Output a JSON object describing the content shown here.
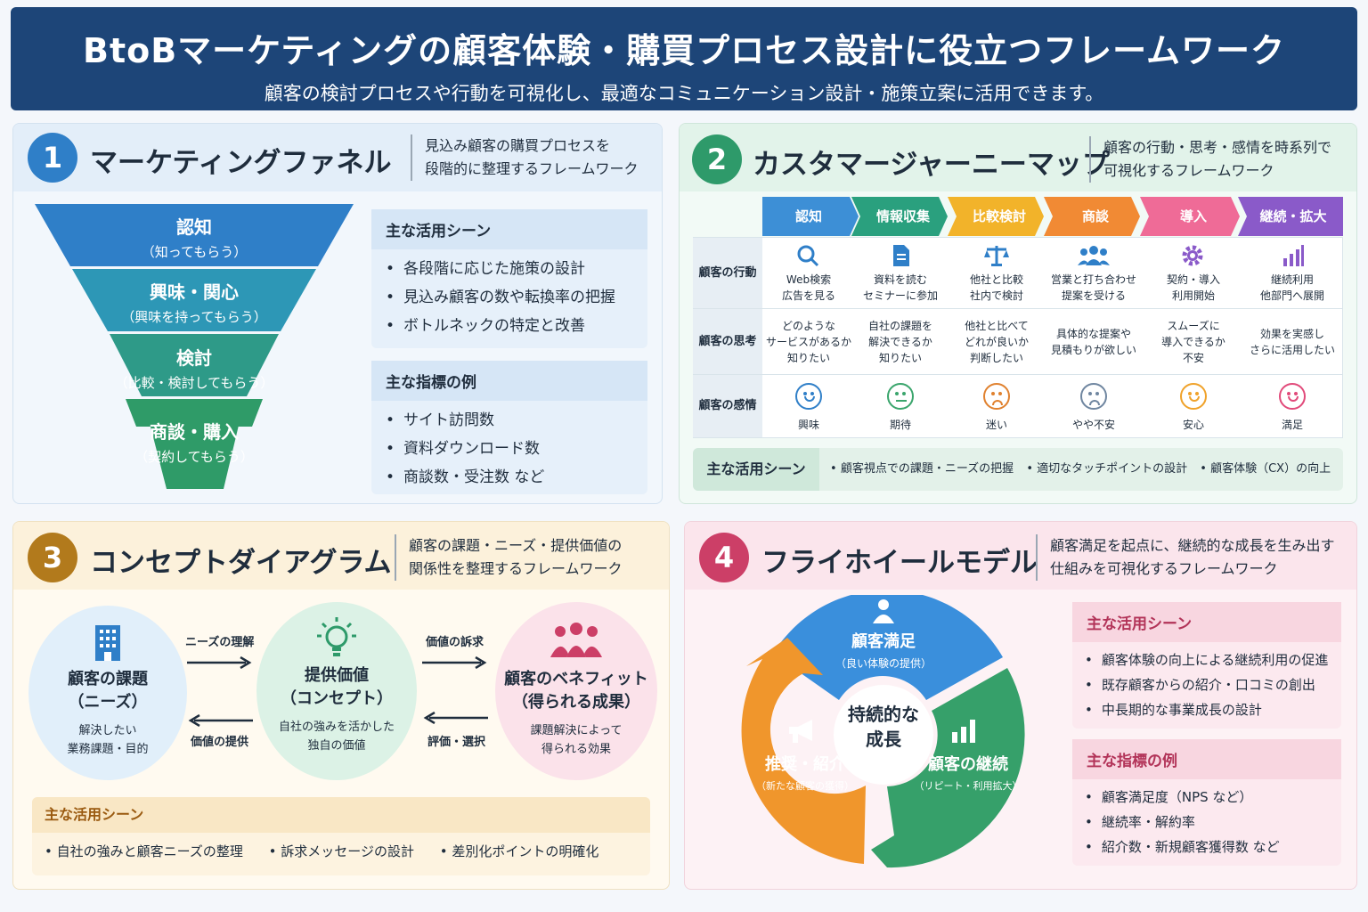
{
  "header": {
    "title": "BtoBマーケティングの顧客体験・購買プロセス設計に役立つフレームワーク",
    "subtitle": "顧客の検討プロセスや行動を可視化し、最適なコミュニケーション設計・施策立案に活用できます。"
  },
  "colors": {
    "navy": "#1d4578",
    "blue": "#2f7fc8",
    "green": "#2e9a6a",
    "gold": "#b27a1c",
    "pink": "#cc3f67"
  },
  "p1": {
    "num": "1",
    "title": "マーケティングファネル",
    "desc1": "見込み顧客の購買プロセスを",
    "desc2": "段階的に整理するフレームワーク",
    "funnel": [
      {
        "a": "認知",
        "b": "（知ってもらう）"
      },
      {
        "a": "興味・関心",
        "b": "（興味を持ってもらう）"
      },
      {
        "a": "検討",
        "b": "（比較・検討してもらう）"
      },
      {
        "a": "商談・購入",
        "b": "（契約してもらう）"
      }
    ],
    "scene_title": "主な活用シーン",
    "scenes": [
      "各段階に応じた施策の設計",
      "見込み顧客の数や転換率の把握",
      "ボトルネックの特定と改善"
    ],
    "kpi_title": "主な指標の例",
    "kpis": [
      "サイト訪問数",
      "資料ダウンロード数",
      "商談数・受注数 など"
    ]
  },
  "p2": {
    "num": "2",
    "title": "カスタマージャーニーマップ",
    "desc1": "顧客の行動・思考・感情を時系列で",
    "desc2": "可視化するフレームワーク",
    "stages": [
      "認知",
      "情報収集",
      "比較検討",
      "商談",
      "導入",
      "継続・拡大"
    ],
    "row_labels": [
      "顧客の行動",
      "顧客の思考",
      "顧客の感情"
    ],
    "actions": [
      [
        "Web検索",
        "広告を見る"
      ],
      [
        "資料を読む",
        "セミナーに参加"
      ],
      [
        "他社と比較",
        "社内で検討"
      ],
      [
        "営業と打ち合わせ",
        "提案を受ける"
      ],
      [
        "契約・導入",
        "利用開始"
      ],
      [
        "継続利用",
        "他部門へ展開"
      ]
    ],
    "action_icons": [
      "search-icon",
      "document-icon",
      "scale-icon",
      "team-icon",
      "gear-icon",
      "bar-chart-icon"
    ],
    "thoughts": [
      [
        "どのような",
        "サービスがあるか",
        "知りたい"
      ],
      [
        "自社の課題を",
        "解決できるか",
        "知りたい"
      ],
      [
        "他社と比べて",
        "どれが良いか",
        "判断したい"
      ],
      [
        "具体的な提案や",
        "見積もりが欲しい"
      ],
      [
        "スムーズに",
        "導入できるか",
        "不安"
      ],
      [
        "効果を実感し",
        "さらに活用したい"
      ]
    ],
    "emotions": [
      "興味",
      "期待",
      "迷い",
      "やや不安",
      "安心",
      "満足"
    ],
    "scene_title": "主な活用シーン",
    "scenes": [
      "顧客視点での課題・ニーズの把握",
      "適切なタッチポイントの設計",
      "顧客体験（CX）の向上"
    ]
  },
  "p3": {
    "num": "3",
    "title": "コンセプトダイアグラム",
    "desc1": "顧客の課題・ニーズ・提供価値の",
    "desc2": "関係性を整理するフレームワーク",
    "left": {
      "h1": "顧客の課題",
      "h2": "（ニーズ）",
      "d1": "解決したい",
      "d2": "業務課題・目的"
    },
    "center": {
      "h1": "提供価値",
      "h2": "（コンセプト）",
      "d1": "自社の強みを活かした",
      "d2": "独自の価値"
    },
    "right": {
      "h1": "顧客のベネフィット",
      "h2": "（得られる成果）",
      "d1": "課題解決によって",
      "d2": "得られる効果"
    },
    "arrows": {
      "a": "ニーズの理解",
      "b": "価値の提供",
      "c": "価値の訴求",
      "d": "評価・選択"
    },
    "scene_title": "主な活用シーン",
    "scenes": [
      "自社の強みと顧客ニーズの整理",
      "訴求メッセージの設計",
      "差別化ポイントの明確化"
    ]
  },
  "p4": {
    "num": "4",
    "title": "フライホイールモデル",
    "desc1": "顧客満足を起点に、継続的な成長を生み出す",
    "desc2": "仕組みを可視化するフレームワーク",
    "center1": "持続的な",
    "center2": "成長",
    "seg_top": {
      "h": "顧客満足",
      "d": "（良い体験の提供）"
    },
    "seg_right": {
      "h": "顧客の継続",
      "d": "（リピート・利用拡大）"
    },
    "seg_left": {
      "h": "推奨・紹介",
      "d": "（新たな顧客の獲得）"
    },
    "scene_title": "主な活用シーン",
    "scenes": [
      "顧客体験の向上による継続利用の促進",
      "既存顧客からの紹介・口コミの創出",
      "中長期的な事業成長の設計"
    ],
    "kpi_title": "主な指標の例",
    "kpis": [
      "顧客満足度（NPS など）",
      "継続率・解約率",
      "紹介数・新規顧客獲得数 など"
    ]
  }
}
